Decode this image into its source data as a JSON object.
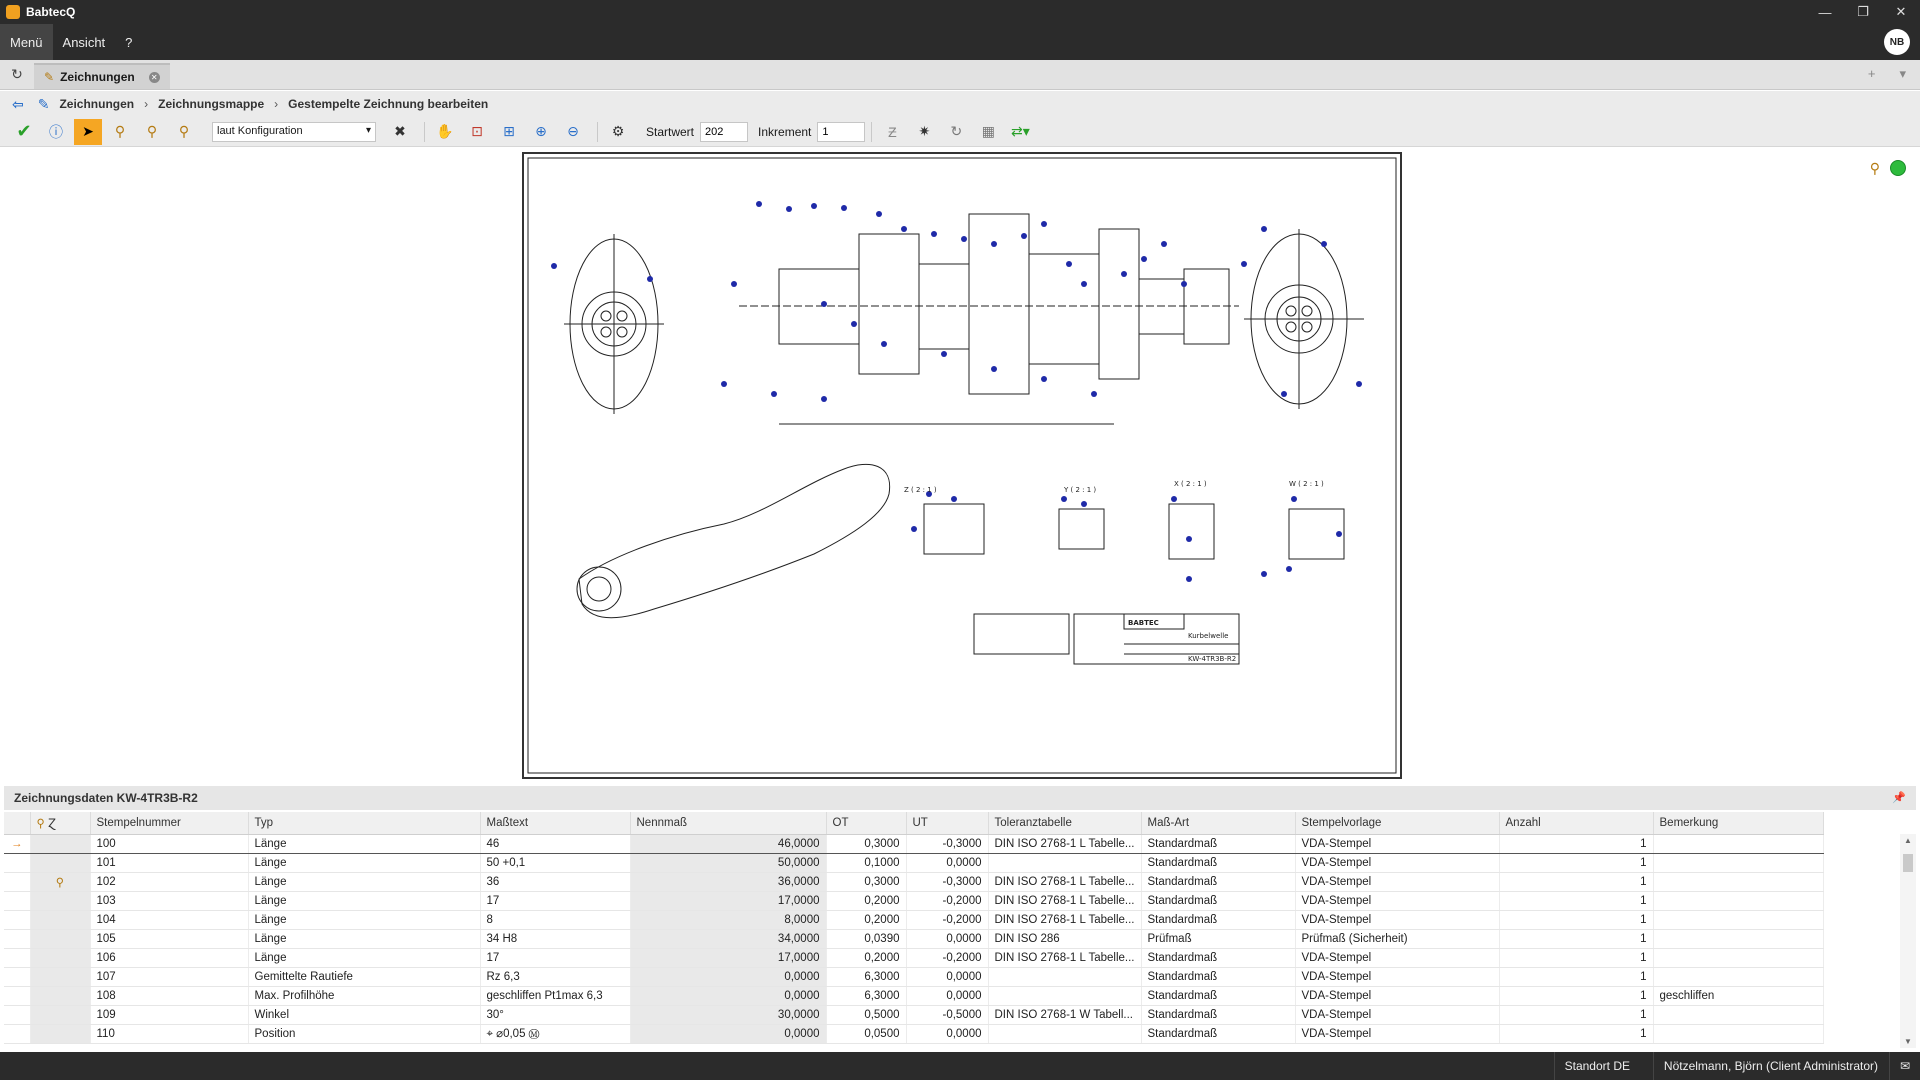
{
  "window": {
    "title": "BabtecQ",
    "controls": [
      "—",
      "❐",
      "✕"
    ]
  },
  "menu": {
    "items": [
      "Menü",
      "Ansicht",
      "?"
    ],
    "user_initials": "NB"
  },
  "tabs": {
    "active_label": "Zeichnungen"
  },
  "breadcrumb": {
    "items": [
      "Zeichnungen",
      "Zeichnungsmappe",
      "Gestempelte Zeichnung bearbeiten"
    ]
  },
  "toolbar": {
    "config_select": "laut Konfiguration",
    "startwert_label": "Startwert",
    "startwert_value": "202",
    "inkrement_label": "Inkrement",
    "inkrement_value": "1"
  },
  "drawing": {
    "views": [
      "Z ( 2 : 1 )",
      "Y ( 2 : 1 )",
      "X ( 2 : 1 )",
      "W ( 2 : 1 )"
    ],
    "title_company": "BABTEC",
    "part_name": "Kurbelwelle",
    "drawing_number": "KW-4TR3B-R2"
  },
  "panel": {
    "title": "Zeichnungsdaten KW-4TR3B-R2"
  },
  "grid": {
    "columns": [
      "Stempelnummer",
      "Typ",
      "Maßtext",
      "Nennmaß",
      "OT",
      "UT",
      "Toleranztabelle",
      "Maß-Art",
      "Stempelvorlage",
      "Anzahl",
      "Bemerkung"
    ],
    "rows": [
      [
        "100",
        "Länge",
        "46",
        "46,0000",
        "0,3000",
        "-0,3000",
        "DIN ISO 2768-1 L Tabelle...",
        "Standardmaß",
        "VDA-Stempel",
        "1",
        ""
      ],
      [
        "101",
        "Länge",
        "50 +0,1",
        "50,0000",
        "0,1000",
        "0,0000",
        "",
        "Standardmaß",
        "VDA-Stempel",
        "1",
        ""
      ],
      [
        "102",
        "Länge",
        "36",
        "36,0000",
        "0,3000",
        "-0,3000",
        "DIN ISO 2768-1 L Tabelle...",
        "Standardmaß",
        "VDA-Stempel",
        "1",
        ""
      ],
      [
        "103",
        "Länge",
        "17",
        "17,0000",
        "0,2000",
        "-0,2000",
        "DIN ISO 2768-1 L Tabelle...",
        "Standardmaß",
        "VDA-Stempel",
        "1",
        ""
      ],
      [
        "104",
        "Länge",
        "8",
        "8,0000",
        "0,2000",
        "-0,2000",
        "DIN ISO 2768-1 L Tabelle...",
        "Standardmaß",
        "VDA-Stempel",
        "1",
        ""
      ],
      [
        "105",
        "Länge",
        "34 H8",
        "34,0000",
        "0,0390",
        "0,0000",
        "DIN ISO 286",
        "Prüfmaß",
        "Prüfmaß (Sicherheit)",
        "1",
        ""
      ],
      [
        "106",
        "Länge",
        "17",
        "17,0000",
        "0,2000",
        "-0,2000",
        "DIN ISO 2768-1 L Tabelle...",
        "Standardmaß",
        "VDA-Stempel",
        "1",
        ""
      ],
      [
        "107",
        "Gemittelte Rautiefe",
        "Rz 6,3",
        "0,0000",
        "6,3000",
        "0,0000",
        "",
        "Standardmaß",
        "VDA-Stempel",
        "1",
        ""
      ],
      [
        "108",
        "Max. Profilhöhe",
        "geschliffen Pt1max 6,3",
        "0,0000",
        "6,3000",
        "0,0000",
        "",
        "Standardmaß",
        "VDA-Stempel",
        "1",
        "geschliffen"
      ],
      [
        "109",
        "Winkel",
        "30°",
        "30,0000",
        "0,5000",
        "-0,5000",
        "DIN ISO 2768-1 W Tabell...",
        "Standardmaß",
        "VDA-Stempel",
        "1",
        ""
      ],
      [
        "110",
        "Position",
        "⌖ ⌀0,05 Ⓜ",
        "0,0000",
        "0,0500",
        "0,0000",
        "",
        "Standardmaß",
        "VDA-Stempel",
        "1",
        ""
      ]
    ]
  },
  "status": {
    "location": "Standort DE",
    "user": "Nötzelmann, Björn (Client Administrator)"
  }
}
